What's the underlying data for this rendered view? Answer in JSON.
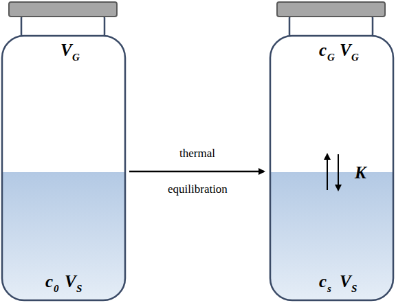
{
  "diagram": {
    "labels": [
      "V",
      "G",
      "c",
      "0",
      "V",
      "S",
      "thermal",
      "equilibration",
      "c",
      "G",
      "V",
      "G",
      "K",
      "c",
      "s",
      "V",
      "S"
    ]
  }
}
